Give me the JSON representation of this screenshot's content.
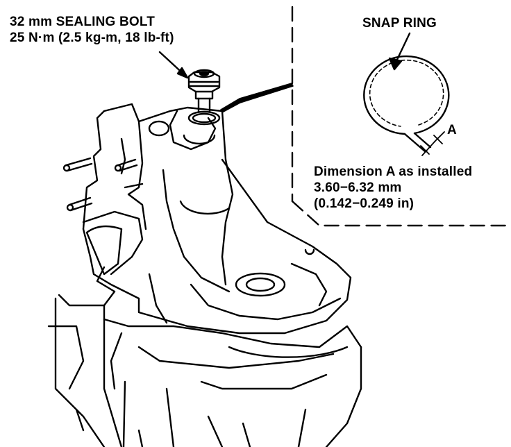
{
  "labels": {
    "bolt_line1": "32 mm SEALING BOLT",
    "bolt_line2": "25 N·m (2.5 kg-m, 18 lb-ft)",
    "snap_ring": "SNAP RING",
    "dim_letter": "A",
    "dim_line1": "Dimension A as installed",
    "dim_line2": "3.60−6.32 mm",
    "dim_line3": "(0.142−0.249 in)"
  },
  "colors": {
    "ink": "#000000",
    "paper": "#ffffff"
  }
}
